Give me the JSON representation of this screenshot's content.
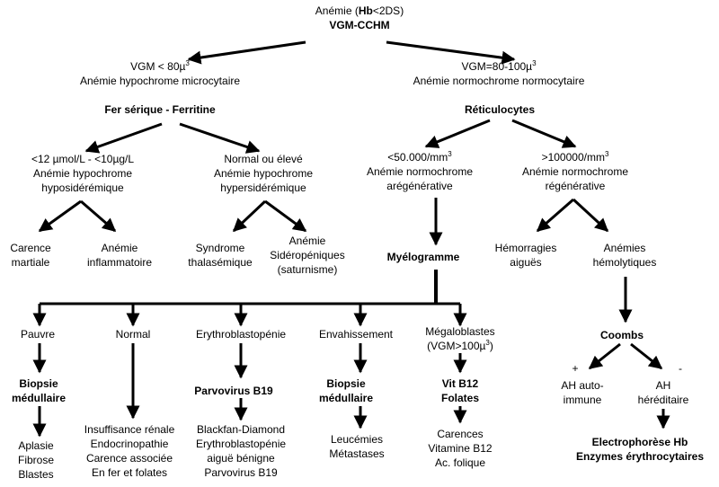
{
  "nodes": {
    "root": {
      "l1": "Anémie (",
      "l1_hb": "Hb",
      "l1_rest": "<2DS)",
      "l2": "VGM-CCHM"
    },
    "vgm_low": {
      "l1_base": "VGM < 80µ",
      "l1_sup": "3",
      "l2": "Anémie hypochrome microcytaire"
    },
    "vgm_norm": {
      "l1_base": "VGM=80-100µ",
      "l1_sup": "3",
      "l2": "Anémie normochrome normocytaire"
    },
    "fer": {
      "text": "Fer sérique - Ferritine"
    },
    "retic": {
      "text": "Réticulocytes"
    },
    "hyposid": {
      "l1": "<12 µmol/L - <10µg/L",
      "l2": "Anémie hypochrome",
      "l3": "hyposidérémique"
    },
    "hypersid": {
      "l1": "Normal ou élevé",
      "l2": "Anémie hypochrome",
      "l3": "hypersidérémique"
    },
    "areg": {
      "l1_base": "<50.000/mm",
      "l1_sup": "3",
      "l2": "Anémie normochrome",
      "l3": "arégénérative"
    },
    "reg": {
      "l1_base": ">100000/mm",
      "l1_sup": "3",
      "l2": "Anémie normochrome",
      "l3": "régénérative"
    },
    "carence": {
      "l1": "Carence",
      "l2": "martiale"
    },
    "inflam": {
      "l1": "Anémie",
      "l2": "inflammatoire"
    },
    "syndrome": {
      "l1": "Syndrome",
      "l2": "thalasémique"
    },
    "sidero": {
      "l1": "Anémie",
      "l2": "Sidéropéniques",
      "l3": "(saturnisme)"
    },
    "myelo": {
      "text": "Myélogramme"
    },
    "hemo_aig": {
      "l1": "Hémorragies",
      "l2": "aiguës"
    },
    "hemolyt": {
      "l1": "Anémies",
      "l2": "hémolytiques"
    },
    "pauvre": {
      "text": "Pauvre"
    },
    "normal": {
      "text": "Normal"
    },
    "erythro": {
      "text": "Erythroblastopénie"
    },
    "envah": {
      "text": "Envahissement"
    },
    "megalo": {
      "l1": "Mégaloblastes",
      "l2_base": "(VGM>100µ",
      "l2_sup": "3",
      "l2_end": ")"
    },
    "coombs": {
      "text": "Coombs"
    },
    "biopsie1": {
      "l1": "Biopsie",
      "l2": "médullaire"
    },
    "parvo": {
      "text": "Parvovirus B19"
    },
    "biopsie2": {
      "l1": "Biopsie",
      "l2": "médullaire"
    },
    "vitb12": {
      "l1": "Vit B12",
      "l2": "Folates"
    },
    "ah_auto": {
      "l1": "AH auto-",
      "l2": "immune",
      "sign": "+"
    },
    "ah_her": {
      "l1": "AH",
      "l2": "héréditaire",
      "sign": "-"
    },
    "aplasie": {
      "l1": "Aplasie",
      "l2": "Fibrose",
      "l3": "Blastes"
    },
    "insuff": {
      "l1": "Insuffisance rénale",
      "l2": "Endocrinopathie",
      "l3": "Carence associée",
      "l4": "En fer et folates"
    },
    "blackfan": {
      "l1": "Blackfan-Diamond",
      "l2": "Erythroblastopénie",
      "l3": "aiguë bénigne",
      "l4": "Parvovirus B19"
    },
    "leucemies": {
      "l1": "Leucémies",
      "l2": "Métastases"
    },
    "carences": {
      "l1": "Carences",
      "l2": "Vitamine B12",
      "l3": "Ac. folique"
    },
    "electro": {
      "l1": "Electrophorèse Hb",
      "l2": "Enzymes érythrocytaires"
    }
  }
}
